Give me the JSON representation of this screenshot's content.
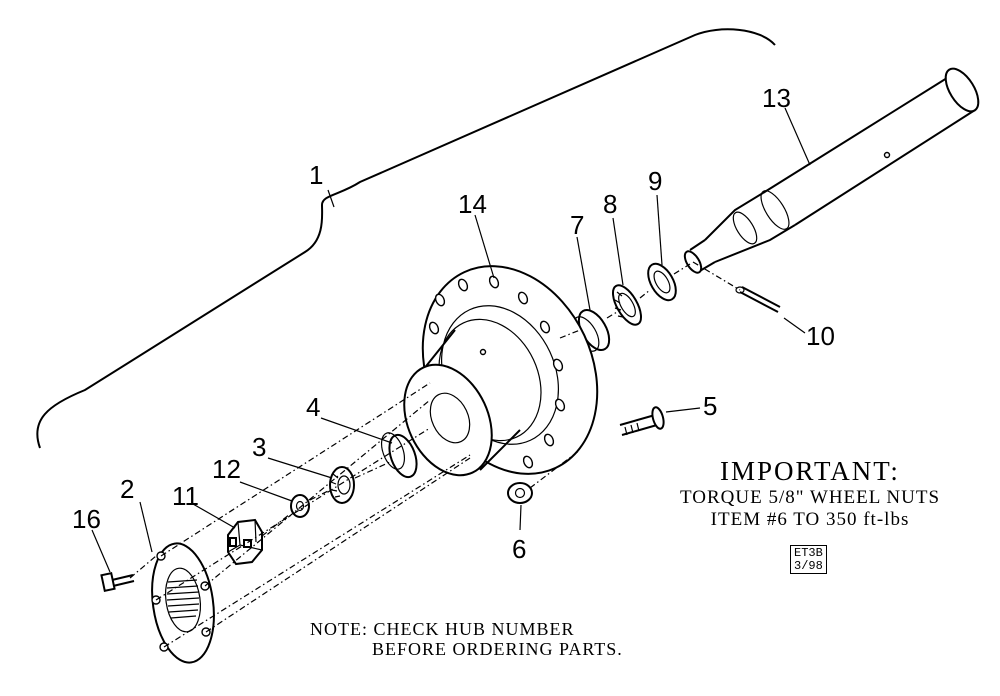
{
  "callouts": {
    "c1": "1",
    "c2": "2",
    "c3": "3",
    "c4": "4",
    "c5": "5",
    "c6": "6",
    "c7": "7",
    "c8": "8",
    "c9": "9",
    "c10": "10",
    "c11": "11",
    "c12": "12",
    "c13": "13",
    "c14": "14",
    "c16": "16"
  },
  "important": {
    "heading": "IMPORTANT:",
    "line1": "TORQUE 5/8\" WHEEL NUTS",
    "line2": "ITEM #6 TO 350 ft-lbs"
  },
  "code": {
    "line1": "ET3B",
    "line2": "3/98"
  },
  "note": {
    "line1": "NOTE: CHECK HUB NUMBER",
    "line2": "BEFORE ORDERING PARTS."
  }
}
